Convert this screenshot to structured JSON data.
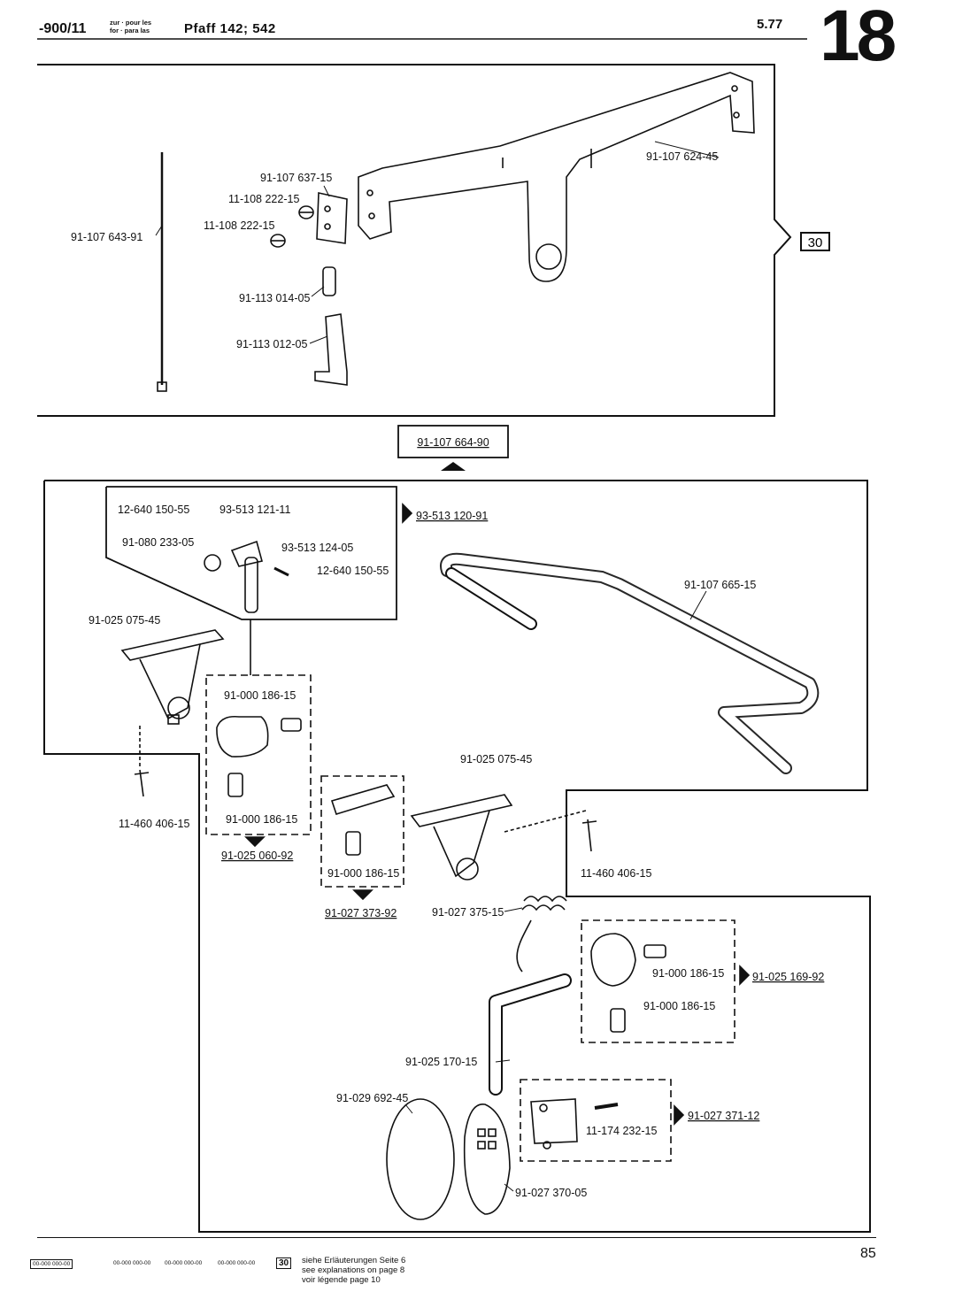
{
  "header": {
    "code": "-900/11",
    "zur_pour": "zur · pour les",
    "for_para": "for · para las",
    "model": "Pfaff 142; 542",
    "date": "5.77",
    "page_group": "18"
  },
  "section_ref": "30",
  "assembly_main": "91-107 664-90",
  "parts": {
    "p624": "91-107 624-45",
    "p637": "91-107 637-15",
    "p222a": "11-108 222-15",
    "p222b": "11-108 222-15",
    "p643": "91-107 643-91",
    "p014": "91-113 014-05",
    "p012": "91-113 012-05",
    "p150a": "12-640 150-55",
    "p121": "93-513 121-11",
    "p233": "91-080 233-05",
    "p124": "93-513 124-05",
    "p150b": "12-640 150-55",
    "p120": "93-513 120-91",
    "p665": "91-107 665-15",
    "p075a": "91-025 075-45",
    "p186a": "91-000 186-15",
    "p186b": "91-000 186-15",
    "p060": "91-025 060-92",
    "p406a": "11-460 406-15",
    "p075b": "91-025 075-45",
    "p186c": "91-000 186-15",
    "p373": "91-027 373-92",
    "p375": "91-027 375-15",
    "p406b": "11-460 406-15",
    "p186d": "91-000 186-15",
    "p169": "91-025 169-92",
    "p186e": "91-000 186-15",
    "p170": "91-025 170-15",
    "p692": "91-029 692-45",
    "p232": "11-174 232-15",
    "p371": "91-027 371-12",
    "p370": "91-027 370-05"
  },
  "footer": {
    "ref1": "00-000 000-00",
    "ref2": "00-000 000-00",
    "ref3": "00-000 000-00",
    "ref4": "00-000 000-00",
    "ref_box": "30",
    "line1": "siehe Erläuterungen Seite 6",
    "line2": "see explanations on page 8",
    "line3": "voir légende page 10",
    "page_number": "85"
  }
}
